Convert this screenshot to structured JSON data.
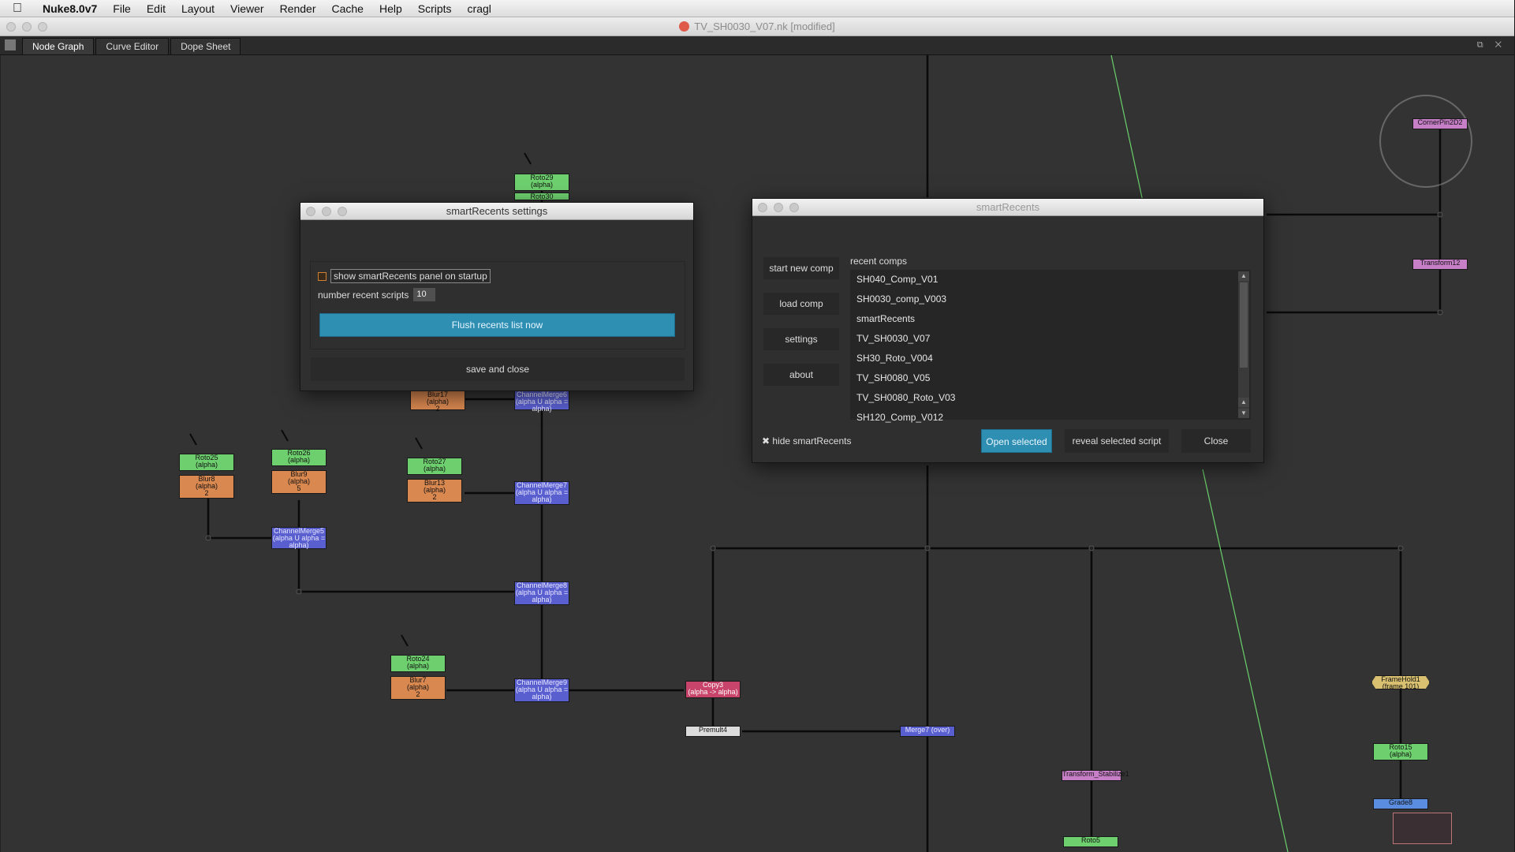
{
  "menubar": {
    "app": "Nuke8.0v7",
    "items": [
      "File",
      "Edit",
      "Layout",
      "Viewer",
      "Render",
      "Cache",
      "Help",
      "Scripts",
      "cragl"
    ]
  },
  "window": {
    "title": "TV_SH0030_V07.nk [modified]"
  },
  "tabs": [
    "Node Graph",
    "Curve Editor",
    "Dope Sheet"
  ],
  "nodes": {
    "roto29": "Roto29\n(alpha)",
    "roto30": "Roto30",
    "blur17": "Blur17\n(alpha)\n2",
    "roto25": "Roto25\n(alpha)",
    "blur8": "Blur8\n(alpha)\n2",
    "roto26": "Roto26\n(alpha)",
    "blur9": "Blur9\n(alpha)\n5",
    "roto27": "Roto27\n(alpha)",
    "blur13": "Blur13\n(alpha)\n2",
    "cm5": "ChannelMerge5\n(alpha U alpha =\nalpha)",
    "cm6": "ChannelMerge6\n(alpha U alpha =\nalpha)",
    "cm7": "ChannelMerge7\n(alpha U alpha =\nalpha)",
    "cm8": "ChannelMerge8\n(alpha U alpha =\nalpha)",
    "cm9": "ChannelMerge9\n(alpha U alpha =\nalpha)",
    "roto24": "Roto24\n(alpha)",
    "blur7": "Blur7\n(alpha)\n2",
    "copy3": "Copy3\n(alpha -> alpha)",
    "premult4": "Premult4",
    "merge7": "Merge7 (over)",
    "transform_stab": "Transform_Stabilize1",
    "roto5": "Roto5",
    "cornerpin": "CornerPin2D2",
    "transform12": "Transform12",
    "framehold": "FrameHold1\n(frame 101)",
    "roto15": "Roto15\n(alpha)",
    "grade8": "Grade8"
  },
  "settings_dialog": {
    "title": "smartRecents settings",
    "show_panel_label": "show smartRecents panel on startup",
    "show_panel_checked": false,
    "number_label": "number recent scripts",
    "number_value": "10",
    "flush_label": "Flush recents list now",
    "save_label": "save and close"
  },
  "recents_dialog": {
    "title": "smartRecents",
    "side_buttons": [
      "start new comp",
      "load comp",
      "settings",
      "about"
    ],
    "list_label": "recent comps",
    "items": [
      "SH040_Comp_V01",
      "SH0030_comp_V003",
      "smartRecents",
      "TV_SH0030_V07",
      "SH30_Roto_V004",
      "TV_SH0080_V05",
      "TV_SH0080_Roto_V03",
      "SH120_Comp_V012"
    ],
    "hide_label": "hide smartRecents",
    "hide_checked": true,
    "open_label": "Open selected",
    "reveal_label": "reveal selected script",
    "close_label": "Close"
  },
  "colors": {
    "accent": "#2e8fb3",
    "graph_bg": "#333333"
  }
}
